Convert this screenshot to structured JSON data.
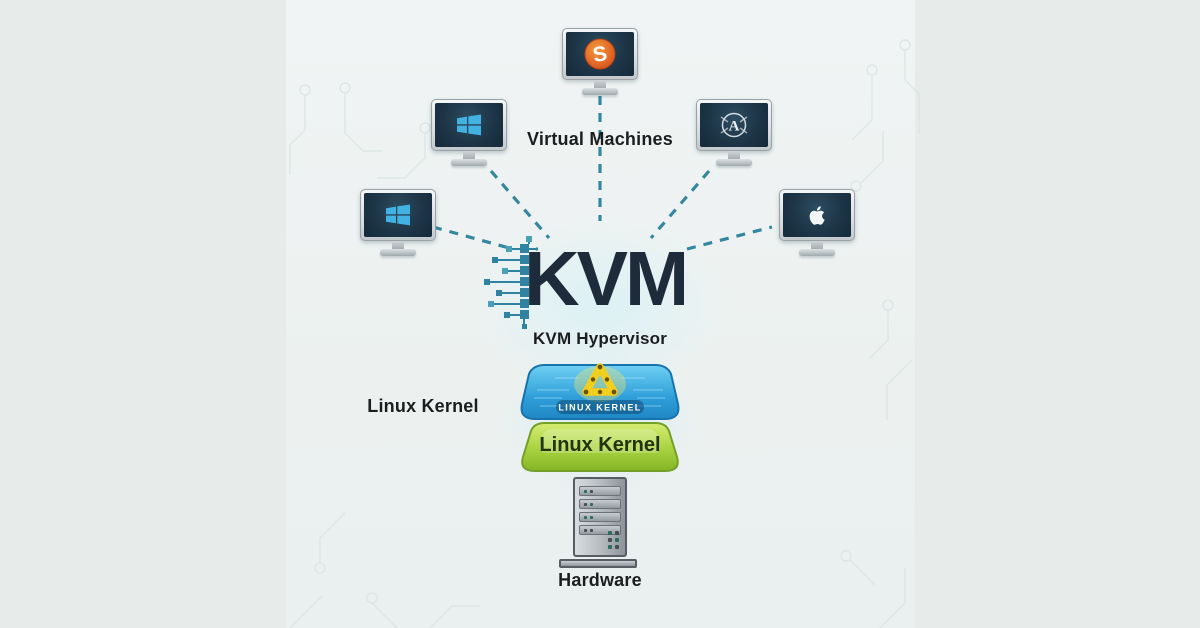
{
  "labels": {
    "virtual_machines": "Virtual Machines",
    "kvm_logo": "KVM",
    "kvm_hypervisor": "KVM Hypervisor",
    "linux_kernel_side": "Linux Kernel",
    "blue_layer": "LINUX KERNEL",
    "green_layer": "Linux Kernel",
    "hardware": "Hardware"
  },
  "monitors": [
    {
      "position": "top-center",
      "os_icon": "suse-logo"
    },
    {
      "position": "upper-left",
      "os_icon": "windows-logo"
    },
    {
      "position": "upper-right",
      "os_icon": "arch-logo"
    },
    {
      "position": "far-left",
      "os_icon": "windows-logo"
    },
    {
      "position": "far-right",
      "os_icon": "apple-logo"
    }
  ],
  "colors": {
    "background": "#e9eeee",
    "dash_line": "#35879f",
    "kvm_text": "#1e2b3a",
    "circuit_teal": "#2f83a0",
    "screen_dark": "#1d3547",
    "blue_layer_top": "#64c9f0",
    "blue_layer_bottom": "#1f8fd0",
    "network_icon_yellow": "#f2cf1d",
    "green_layer_top": "#cbe868",
    "green_layer_bottom": "#8fbf2f",
    "windows_blue": "#42b2e3",
    "suse_orange": "#e06025",
    "server_gray": "#aab1b6"
  }
}
